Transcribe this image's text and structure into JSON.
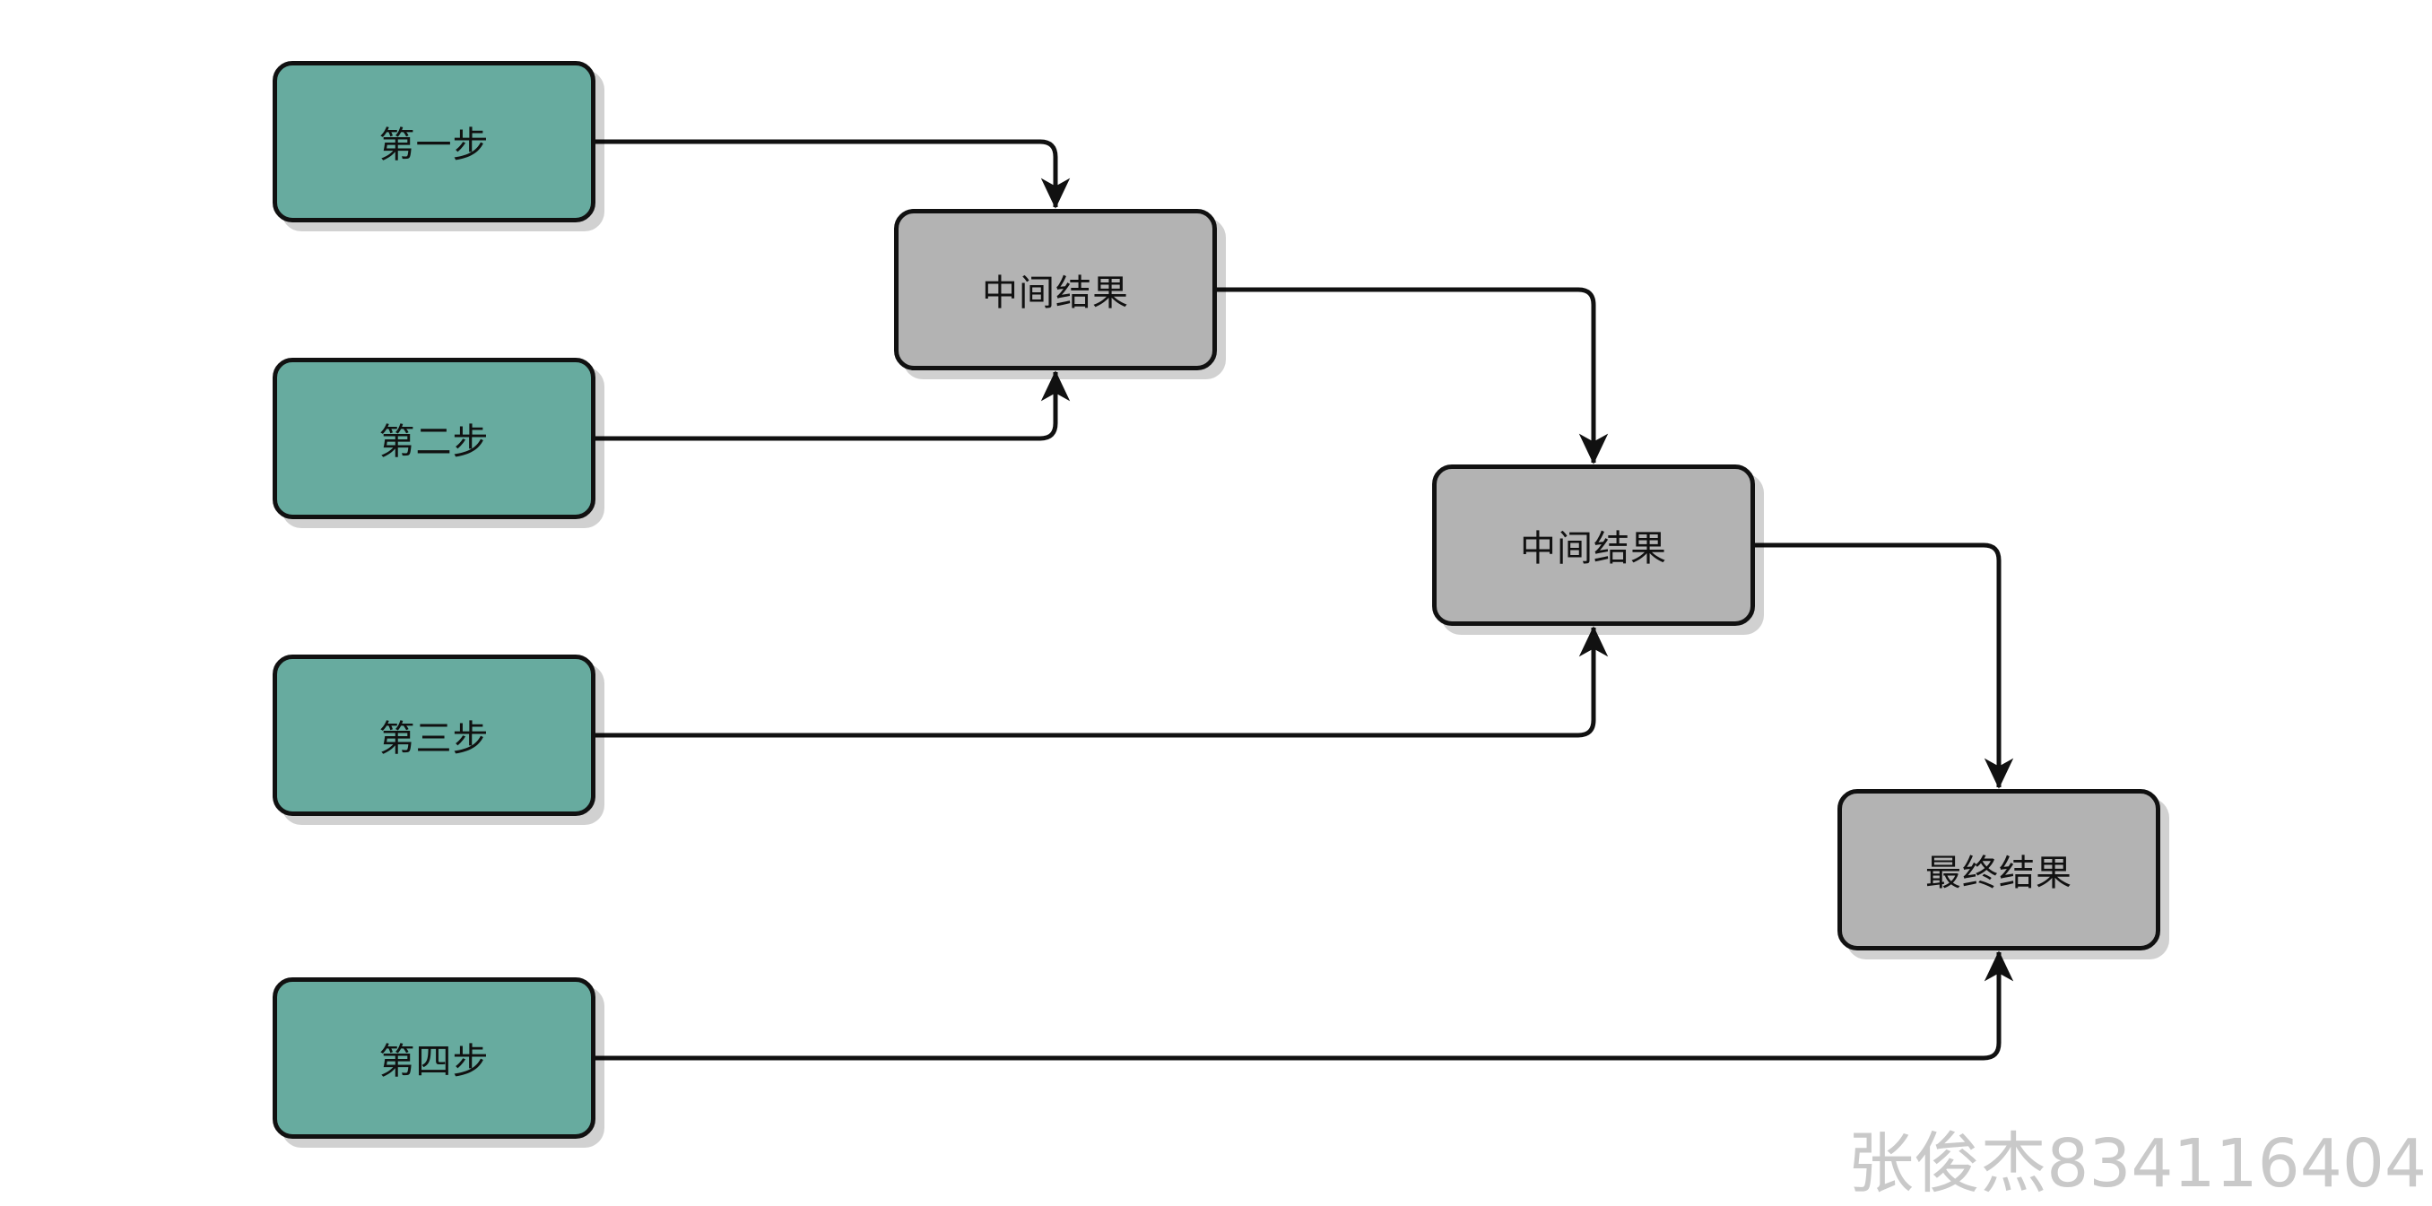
{
  "nodes": {
    "step1": "第一步",
    "step2": "第二步",
    "step3": "第三步",
    "step4": "第四步",
    "mid1": "中间结果",
    "mid2": "中间结果",
    "final": "最终结果"
  },
  "watermark": "张俊杰834116404",
  "colors": {
    "step_fill": "#67ab9f",
    "result_fill": "#b3b3b3",
    "stroke": "#111111"
  }
}
